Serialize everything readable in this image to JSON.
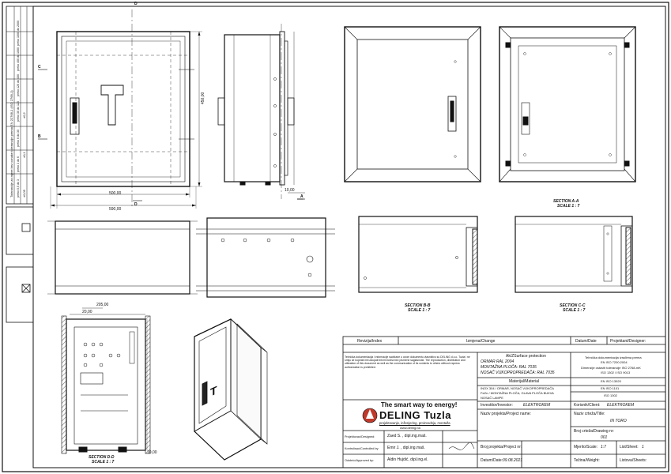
{
  "sheet": {
    "accent": "#1a1a1a",
    "logo_color": "#c0392b"
  },
  "dims": {
    "width_top": "500,00",
    "width_bottom": "590,00",
    "height_side": "450,00",
    "depth_small": "10,00",
    "section_mark_a": "A",
    "section_mark_d": "D",
    "section_mark_b": "B",
    "section_mark_c": "C",
    "rear_top": "205,00",
    "rear_small": "20,00",
    "rear_right": "10,00"
  },
  "views": {
    "section_aa": "SECTION A-A",
    "section_aa_scale": "SCALE 1 : 7",
    "section_bb": "SECTION B-B",
    "section_bb_scale": "SCALE 1 : 7",
    "section_cc": "SECTION C-C",
    "section_cc_scale": "SCALE 1 : 7",
    "section_dd": "SECTION D-D",
    "section_dd_scale": "SCALE 1 : 7",
    "door_letter": "T"
  },
  "titleblock": {
    "revision_header": "Revizija/Index",
    "change_header": "Izmjena/Change",
    "date_header": "Datum/Date",
    "designer_header": "Projektant/Designer:",
    "surface_header": "Ak/ZSurface protection",
    "surface_line1": "ORMAR RAL 2004",
    "surface_line2": "MONTAŽNA PLOČA: RAL 7035",
    "surface_line3": "NOSAČ VIJKOPROPREDAČA: RAL 7035",
    "material_header": "Materijal/Material",
    "material_line1": "INOX 304 / ORMAR, NOSAČ VIJKOPROPREDAČA",
    "material_line2": "FeZn / MONTAŽNA PLOČA, GLAVA PLOČA BUKVA",
    "material_line3": "NOSAČ LAMPE",
    "investor_label": "Investitor/Investor:",
    "investor_value": "ELEKTROKEM",
    "client_label": "Korisnik/Client:",
    "client_value": "ELEKTROKEM",
    "project_name_label": "Naziv projekta/Project name:",
    "drawing_name_label": "Naziv crteža/Title:",
    "drawing_name_value": "IN TORO",
    "drawing_no_label": "Broj crteža/Drawing nr:",
    "drawing_no_value": "001",
    "project_no_label": "Broj projekta/Project nr:",
    "scale_label": "Mjerilo/Scale:",
    "scale_value": "1:7",
    "sheet_label": "List/Sheet:",
    "sheet_value": "1",
    "date_label": "Datum/Date:",
    "date_value": "09.08.2021",
    "weight_label": "Težina/Weight:",
    "sheets_label": "Listova/Sheets:",
    "designed_label": "Projektovao/Designed:",
    "designed_value": "Zaed S. , dipl.ing.maš.",
    "checked_label": "Kontrolisao/Controlled by:",
    "checked_value": "Emir J. , dipl.ing.maš.",
    "approved_label": "Odobrio/Approved by:",
    "approved_value": "Aldin Hujdić, dipl.ing.el.",
    "right_note1": "Tehnička dokumentacija izrađena prema",
    "right_note2": "EN ISO 7200:2004",
    "right_note3": "Dimenzije ostaviti tolerancije ISO 2768-mK",
    "right_note4": "ISO 1302 / ISO 9013",
    "right_note5": "EN ISO 13920",
    "right_note6": "EN ISO 1101",
    "right_note7": "ISO 1302",
    "copyright_note": "Tehnička dokumentacija i informacije sadržane u ovom dokumentu vlasništvo su DELING d.o.o. Tuzla i ne smiju se kopirati niti ustupati trećim licima bez pismene saglasnosti. The reproduction, distribution and utilization of this document as well as the communication of its contents to others without express authorization is prohibited.",
    "company_slogan": "The smart way to energy!",
    "company_name": "DELING Tuzla",
    "company_sub": "projektovanje, inženjering, proizvodnja, montaža",
    "company_web": "www.deling.ba"
  },
  "side_table": {
    "header": "Tolerancije za mjere bez oznake tolerancije prema EN 22768-1 (ISO 2768-1)",
    "rows": [
      "preko 0,5 do 3",
      "preko 3 do 6",
      "preko 6 do 30",
      "preko 30 do 120",
      "preko 120 do 400",
      "preko 400 do 1000",
      "preko 1000 do 2000"
    ],
    "fine": "±0,05",
    "medium": "±0,1",
    "coarse": "±0,2"
  }
}
